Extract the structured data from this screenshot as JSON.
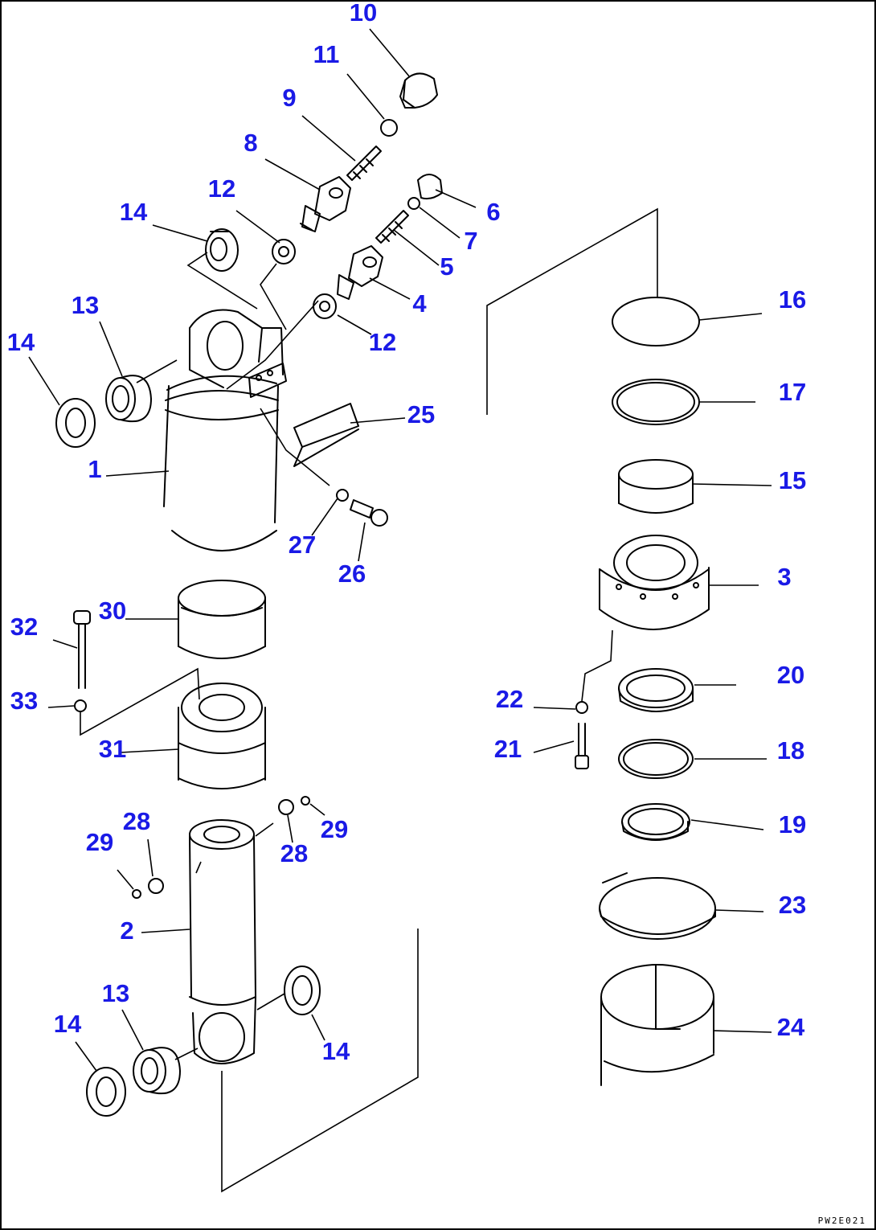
{
  "colors": {
    "callout": "#1a1ae6",
    "line": "#000000",
    "background": "#ffffff"
  },
  "drawing_code": "PW2E021",
  "callouts": [
    {
      "id": "c10",
      "text": "10"
    },
    {
      "id": "c11",
      "text": "11"
    },
    {
      "id": "c9",
      "text": "9"
    },
    {
      "id": "c8",
      "text": "8"
    },
    {
      "id": "c12a",
      "text": "12"
    },
    {
      "id": "c14a",
      "text": "14"
    },
    {
      "id": "c6",
      "text": "6"
    },
    {
      "id": "c7",
      "text": "7"
    },
    {
      "id": "c5",
      "text": "5"
    },
    {
      "id": "c4",
      "text": "4"
    },
    {
      "id": "c12b",
      "text": "12"
    },
    {
      "id": "c13a",
      "text": "13"
    },
    {
      "id": "c14b",
      "text": "14"
    },
    {
      "id": "c1",
      "text": "1"
    },
    {
      "id": "c25",
      "text": "25"
    },
    {
      "id": "c27",
      "text": "27"
    },
    {
      "id": "c26",
      "text": "26"
    },
    {
      "id": "c16",
      "text": "16"
    },
    {
      "id": "c17",
      "text": "17"
    },
    {
      "id": "c15",
      "text": "15"
    },
    {
      "id": "c3",
      "text": "3"
    },
    {
      "id": "c32",
      "text": "32"
    },
    {
      "id": "c30",
      "text": "30"
    },
    {
      "id": "c33",
      "text": "33"
    },
    {
      "id": "c31",
      "text": "31"
    },
    {
      "id": "c20",
      "text": "20"
    },
    {
      "id": "c22",
      "text": "22"
    },
    {
      "id": "c21",
      "text": "21"
    },
    {
      "id": "c18",
      "text": "18"
    },
    {
      "id": "c19",
      "text": "19"
    },
    {
      "id": "c28a",
      "text": "28"
    },
    {
      "id": "c29a",
      "text": "29"
    },
    {
      "id": "c28b",
      "text": "28"
    },
    {
      "id": "c29b",
      "text": "29"
    },
    {
      "id": "c2",
      "text": "2"
    },
    {
      "id": "c23",
      "text": "23"
    },
    {
      "id": "c13b",
      "text": "13"
    },
    {
      "id": "c14c",
      "text": "14"
    },
    {
      "id": "c14d",
      "text": "14"
    },
    {
      "id": "c24",
      "text": "24"
    }
  ]
}
